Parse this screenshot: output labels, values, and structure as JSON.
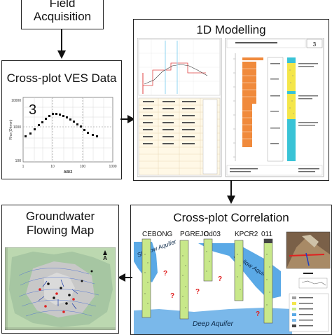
{
  "steps": {
    "field_line1": "Field",
    "field_line2": "Acquisition",
    "crossplot_ves": "Cross-plot VES Data",
    "modelling": "1D Modelling",
    "correlation": "Cross-plot Correlation",
    "gw_line1": "Groundwater",
    "gw_line2": "Flowing Map"
  },
  "ves_plot": {
    "station_number": "3",
    "x_axis_label": "AB/2",
    "y_axis_label": "Rho (Ohmm)",
    "x_ticks": [
      "1",
      "10",
      "100",
      "1000"
    ],
    "y_ticks": [
      "10000",
      "1000",
      "100"
    ]
  },
  "correlation": {
    "wells": [
      "CEBONG",
      "PGREJO",
      "Cd03",
      "KPCR2",
      "011"
    ],
    "shallow_aquifer_left": "Shallow Aquifer",
    "shallow_aquifer_right": "Shallow Aquifer",
    "deep_aquifer": "Deep Aquifer",
    "question_mark": "?"
  },
  "modelling_panel": {
    "section_number": "3"
  },
  "map": {
    "north_label": "A"
  },
  "colors": {
    "aquifer_blue": "#5aa9e6",
    "deep_blue": "#7ab8ea",
    "well_green": "#c8e88a",
    "model_orange": "#f08a3c",
    "model_yellow": "#f4e64a",
    "model_cyan": "#39c3d6",
    "question_red": "#e02020"
  }
}
